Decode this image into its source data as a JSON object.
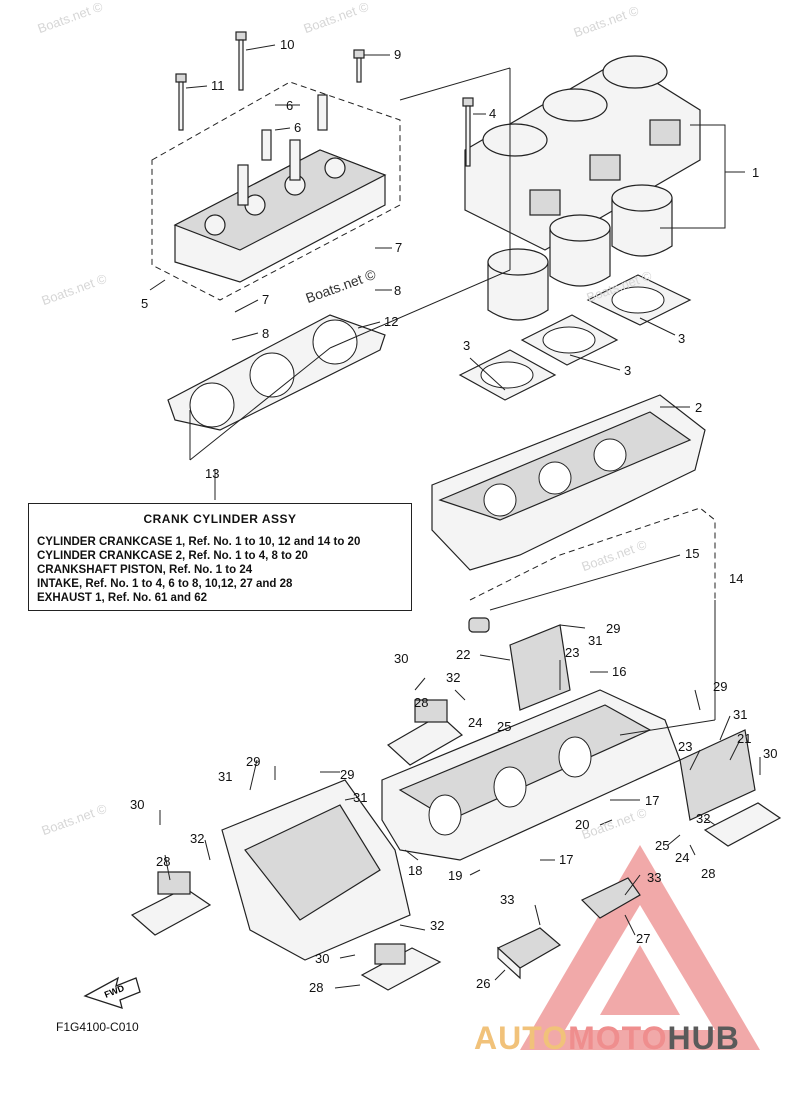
{
  "watermark_text": "Boats.net ©",
  "diagram_code": "F1G4100-C010",
  "fwd_label": "FWD",
  "callout": {
    "title": "CRANK CYLINDER ASSY",
    "lines": [
      "CYLINDER CRANKCASE 1, Ref. No. 1 to 10, 12 and 14 to 20",
      "CYLINDER CRANKCASE 2, Ref. No. 1 to 4, 8 to 20",
      "CRANKSHAFT PISTON,  Ref. No. 1 to 24",
      "INTAKE, Ref. No. 1 to 4, 6 to 8, 10,12, 27 and 28",
      "EXHAUST 1, Ref. No. 61 and 62"
    ]
  },
  "brand": {
    "part1": "AUTO",
    "part2": "MOTO",
    "part3": "HUB",
    "colors": {
      "auto": "#f1c27a",
      "moto": "#ef8e8e",
      "hub": "#5a5a5a",
      "triangle": "#ee9a9a"
    }
  },
  "ref_labels": {
    "r1": "1",
    "r2": "2",
    "r3a": "3",
    "r3b": "3",
    "r3c": "3",
    "r4": "4",
    "r5": "5",
    "r6a": "6",
    "r6b": "6",
    "r7a": "7",
    "r7b": "7",
    "r8a": "8",
    "r8b": "8",
    "r9": "9",
    "r10": "10",
    "r11": "11",
    "r12": "12",
    "r13": "13",
    "r14": "14",
    "r15": "15",
    "r16": "16",
    "r17a": "17",
    "r17b": "17",
    "r18": "18",
    "r19": "19",
    "r20": "20",
    "r21": "21",
    "r22": "22",
    "r23a": "23",
    "r23b": "23",
    "r24a": "24",
    "r24b": "24",
    "r25a": "25",
    "r25b": "25",
    "r26": "26",
    "r27": "27",
    "r28a": "28",
    "r28b": "28",
    "r28c": "28",
    "r28d": "28",
    "r29a": "29",
    "r29b": "29",
    "r29c": "29",
    "r29d": "29",
    "r30a": "30",
    "r30b": "30",
    "r30c": "30",
    "r30d": "30",
    "r31a": "31",
    "r31b": "31",
    "r31c": "31",
    "r31d": "31",
    "r32a": "32",
    "r32b": "32",
    "r32c": "32",
    "r32d": "32",
    "r33a": "33",
    "r33b": "33"
  }
}
